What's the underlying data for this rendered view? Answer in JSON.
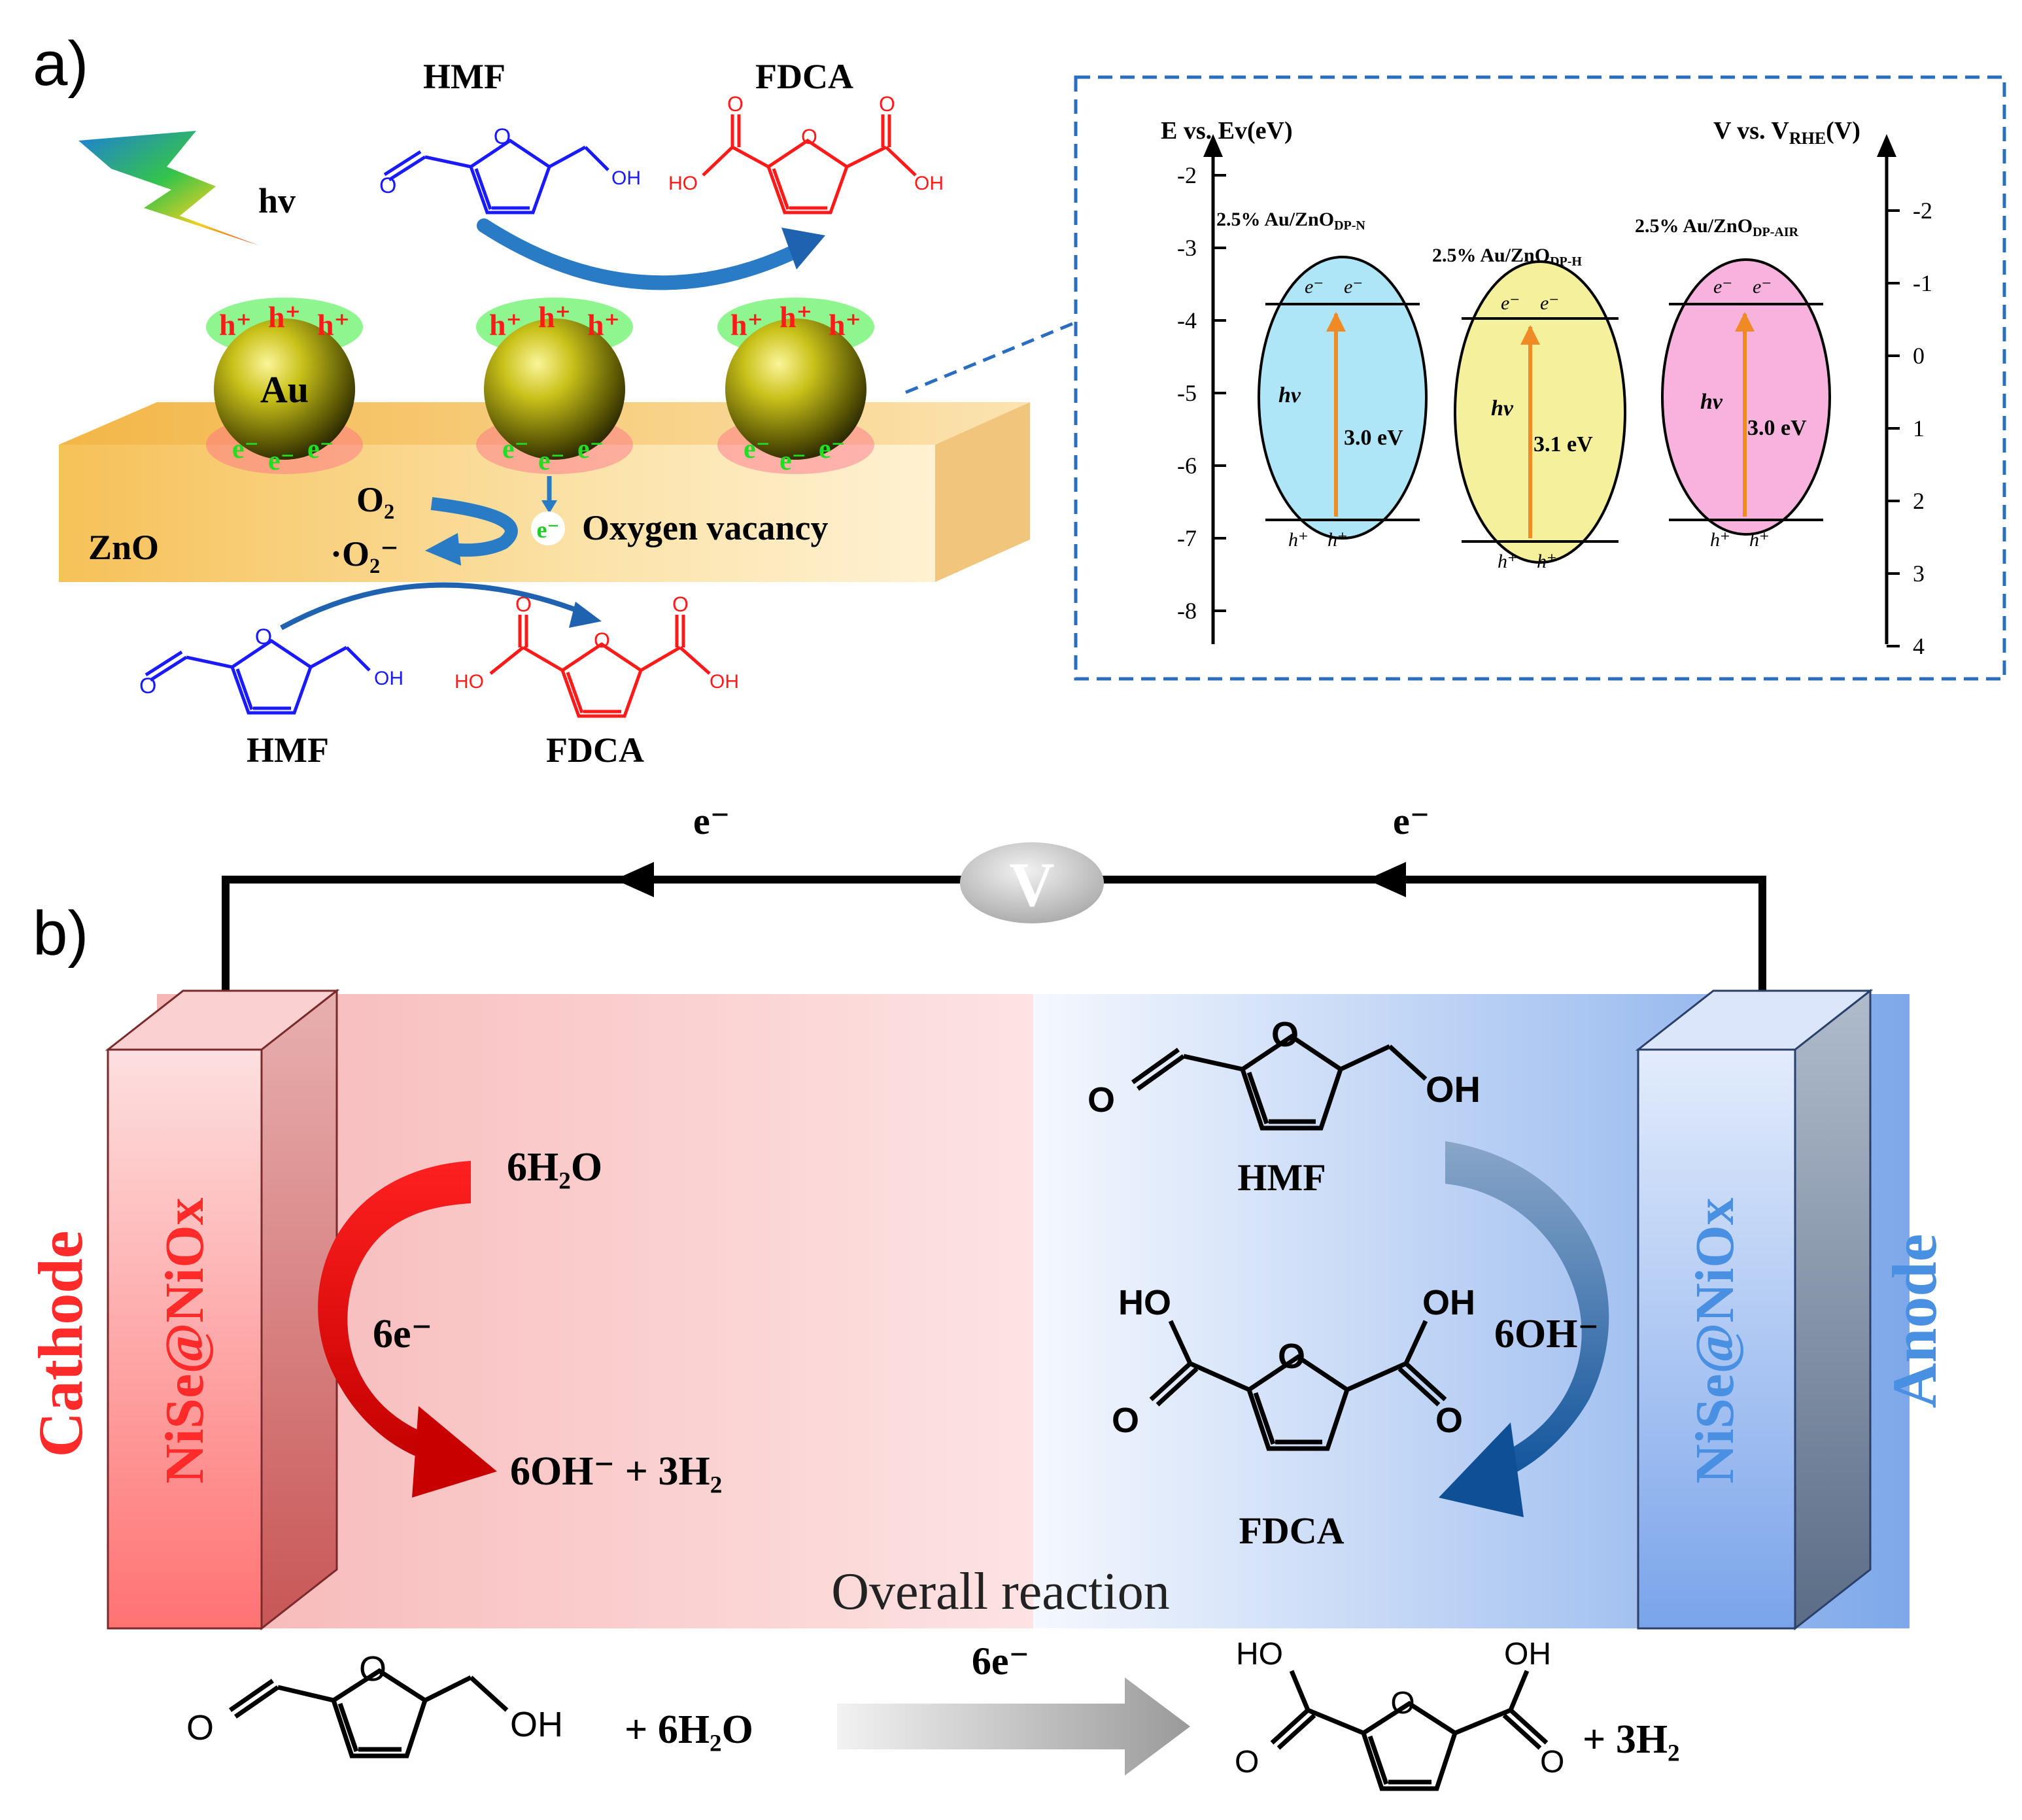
{
  "panel_a": {
    "label": "a)",
    "light": "hv",
    "top_reactant": "HMF",
    "top_product": "FDCA",
    "bottom_reactant": "HMF",
    "bottom_product": "FDCA",
    "au": "Au",
    "support": "ZnO",
    "o2": "O₂",
    "superoxide": "·O₂⁻",
    "vacancy_electron": "e⁻",
    "vacancy": "Oxygen vacancy",
    "hole": "h⁺",
    "electron": "e⁻",
    "mol_O": "O",
    "mol_OH": "OH",
    "mol_HO": "HO",
    "band": {
      "left_axis": "E vs. Ev(eV)",
      "right_axis": "V vs. V",
      "right_axis_sub": "RHE",
      "right_axis_unit": "(V)",
      "left_ticks": [
        "-2",
        "-3",
        "-4",
        "-5",
        "-6",
        "-7",
        "-8"
      ],
      "right_ticks": [
        "-2",
        "-1",
        "0",
        "1",
        "2",
        "3",
        "4"
      ],
      "hv": "hv",
      "e": "e⁻",
      "h": "h⁺",
      "samples": [
        {
          "name": "2.5% Au/ZnO",
          "sub": "DP-N",
          "gap": "3.0 eV",
          "color": "#aee6f8"
        },
        {
          "name": "2.5% Au/ZnO",
          "sub": "DP-H",
          "gap": "3.1 eV",
          "color": "#f5f09c"
        },
        {
          "name": "2.5% Au/ZnO",
          "sub": "DP-AIR",
          "gap": "3.0 eV",
          "color": "#f7b3dd"
        }
      ]
    }
  },
  "panel_b": {
    "label": "b)",
    "electron": "e⁻",
    "voltmeter": "V",
    "cathode_side": "Cathode",
    "anode_side": "Anode",
    "electrode": "NiSe@NiOx",
    "water": "6H₂O",
    "six_e": "6e⁻",
    "cathode_products": "6OH⁻ + 3H₂",
    "hmf": "HMF",
    "fdca": "FDCA",
    "hydroxide": "6OH⁻",
    "overall": "Overall reaction",
    "plus_water": "+ 6H₂O",
    "plus_h2": "+ 3H₂",
    "arrow_label": "6e⁻",
    "mol_O": "O",
    "mol_OH": "OH",
    "mol_HO": "HO"
  },
  "colors": {
    "blue": "#1a1aff",
    "red": "#ff1a1a",
    "green": "#33ee33",
    "cathode_red": "#ff2a2a",
    "anode_blue": "#4a90e2"
  }
}
